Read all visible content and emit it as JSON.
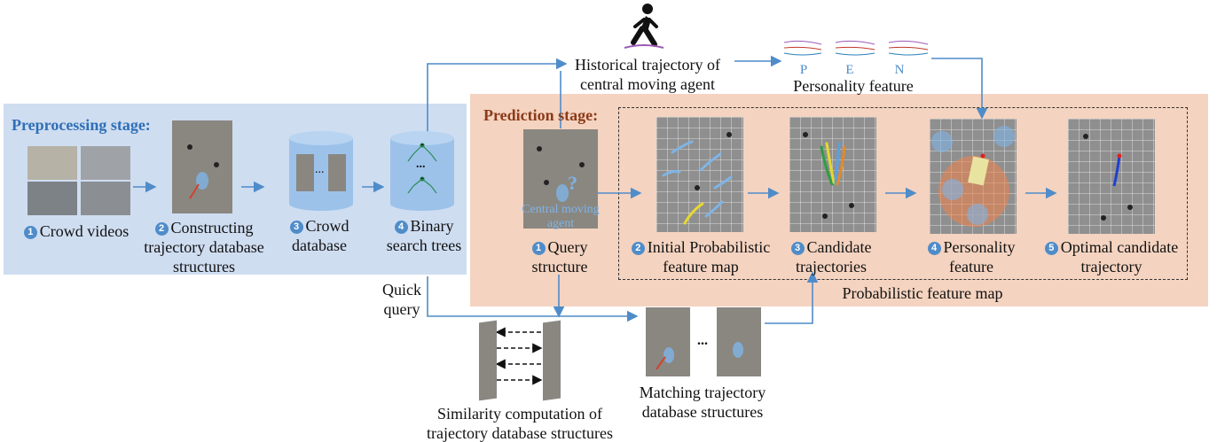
{
  "colors": {
    "pre_panel": "#cfddf1",
    "pred_panel": "#f4d3c0",
    "arrow": "#4f8cc9",
    "accent_blue": "#2f6fb6",
    "accent_brown": "#8b3a1a"
  },
  "preprocessing": {
    "title": "Preprocessing stage:",
    "steps": [
      {
        "num": "1",
        "label": "Crowd videos"
      },
      {
        "num": "2",
        "label": "Constructing",
        "line2": "trajectory database",
        "line3": "structures"
      },
      {
        "num": "3",
        "label": "Crowd",
        "line2": "database"
      },
      {
        "num": "4",
        "label": "Binary",
        "line2": "search trees"
      }
    ],
    "ellipsis": "..."
  },
  "prediction": {
    "title": "Prediction stage:",
    "steps": [
      {
        "num": "1",
        "label": "Query",
        "line2": "structure",
        "overlay": "Central moving",
        "overlay2": "agent",
        "mark": "?"
      },
      {
        "num": "2",
        "label": "Initial Probabilistic",
        "line2": "feature map"
      },
      {
        "num": "3",
        "label": "Candidate",
        "line2": "trajectories"
      },
      {
        "num": "4",
        "label": "Personality",
        "line2": "feature"
      },
      {
        "num": "5",
        "label": "Optimal candidate",
        "line2": "trajectory"
      }
    ],
    "map_caption": "Probabilistic feature map"
  },
  "top": {
    "historical_line1": "Historical trajectory of",
    "historical_line2": "central moving agent",
    "personality_letters": [
      "P",
      "E",
      "N"
    ],
    "personality_label": "Personality feature"
  },
  "bottom": {
    "quick_line1": "Quick",
    "quick_line2": "query",
    "similarity_line1": "Similarity computation of",
    "similarity_line2": "trajectory database structures",
    "matching_line1": "Matching trajectory",
    "matching_line2": "database structures",
    "ellipsis": "..."
  }
}
